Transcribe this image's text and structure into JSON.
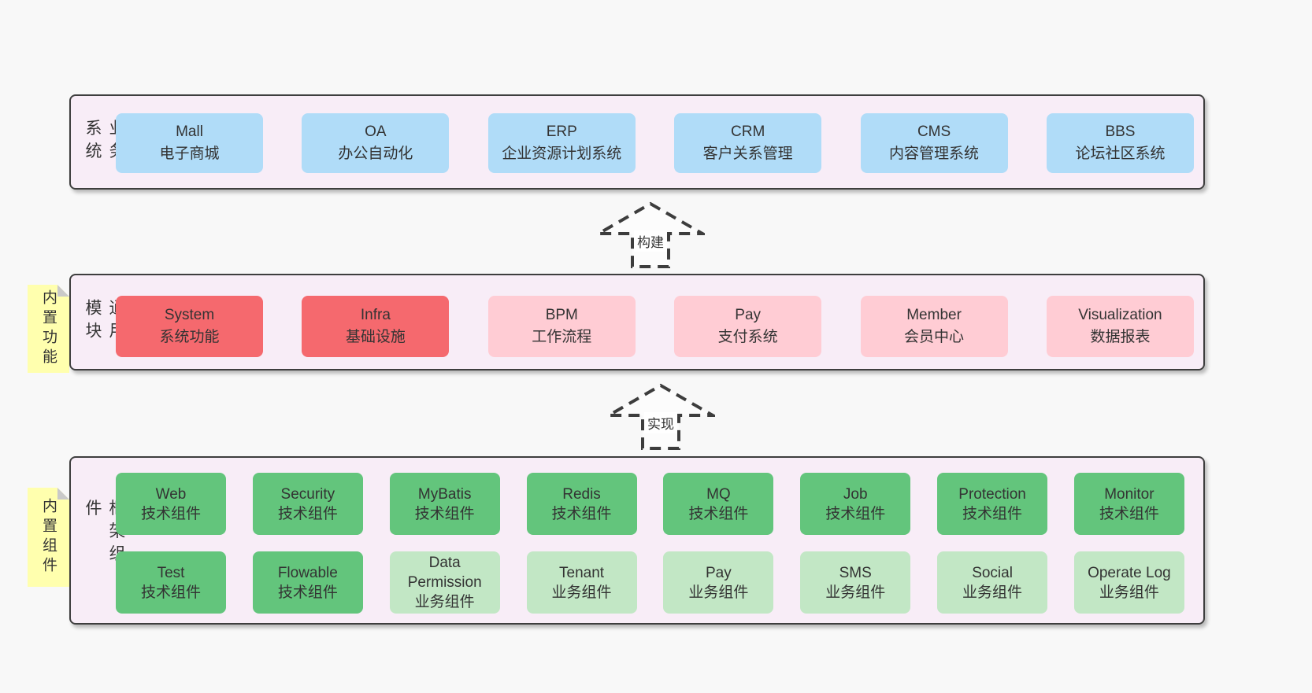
{
  "colors": {
    "page_bg": "#f8f8f8",
    "panel_bg": "#f8edf7",
    "panel_border": "#3e3e3e",
    "blue": "#b0dcf8",
    "red": "#f5696e",
    "pink": "#ffccd4",
    "green": "#63c57c",
    "light_green": "#c2e7c5",
    "sticky_bg": "#ffffae",
    "sticky_fold": "#c9c9c9",
    "arrow_stroke": "#3d3d3d",
    "text": "#333333"
  },
  "sections": {
    "business": {
      "label": "业务系统",
      "items": [
        {
          "name": "Mall",
          "desc": "电子商城"
        },
        {
          "name": "OA",
          "desc": "办公自动化"
        },
        {
          "name": "ERP",
          "desc": "企业资源计划系统"
        },
        {
          "name": "CRM",
          "desc": "客户关系管理"
        },
        {
          "name": "CMS",
          "desc": "内容管理系统"
        },
        {
          "name": "BBS",
          "desc": "论坛社区系统"
        }
      ]
    },
    "common": {
      "label": "通用模块",
      "sticky": "内置功能",
      "items": [
        {
          "name": "System",
          "desc": "系统功能"
        },
        {
          "name": "Infra",
          "desc": "基础设施"
        },
        {
          "name": "BPM",
          "desc": "工作流程"
        },
        {
          "name": "Pay",
          "desc": "支付系统"
        },
        {
          "name": "Member",
          "desc": "会员中心"
        },
        {
          "name": "Visualization",
          "desc": "数据报表"
        }
      ]
    },
    "framework": {
      "label": "框架组件",
      "sticky": "内置组件",
      "row1": [
        {
          "name": "Web",
          "desc": "技术组件"
        },
        {
          "name": "Security",
          "desc": "技术组件"
        },
        {
          "name": "MyBatis",
          "desc": "技术组件"
        },
        {
          "name": "Redis",
          "desc": "技术组件"
        },
        {
          "name": "MQ",
          "desc": "技术组件"
        },
        {
          "name": "Job",
          "desc": "技术组件"
        },
        {
          "name": "Protection",
          "desc": "技术组件"
        },
        {
          "name": "Monitor",
          "desc": "技术组件"
        }
      ],
      "row2": [
        {
          "name": "Test",
          "desc": "技术组件"
        },
        {
          "name": "Flowable",
          "desc": "技术组件"
        },
        {
          "name": "Data Permission",
          "desc": "业务组件"
        },
        {
          "name": "Tenant",
          "desc": "业务组件"
        },
        {
          "name": "Pay",
          "desc": "业务组件"
        },
        {
          "name": "SMS",
          "desc": "业务组件"
        },
        {
          "name": "Social",
          "desc": "业务组件"
        },
        {
          "name": "Operate Log",
          "desc": "业务组件"
        }
      ]
    }
  },
  "arrows": {
    "build": "构建",
    "implement": "实现"
  }
}
